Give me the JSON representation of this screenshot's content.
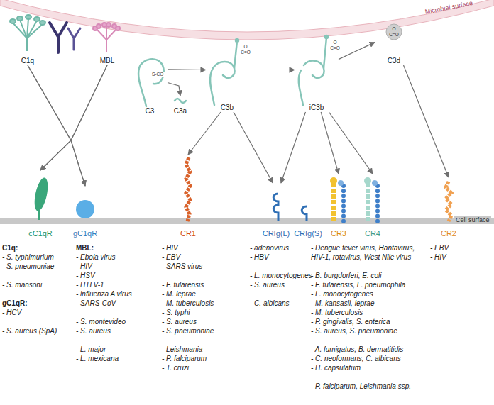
{
  "diagram": {
    "nodes": [
      {
        "text": [
          "C1q"
        ]
      },
      {
        "text": [
          "MBL"
        ]
      },
      {
        "text": [
          "C3"
        ]
      },
      {
        "text": [
          "C3a"
        ]
      },
      {
        "text": [
          "C3b"
        ]
      },
      {
        "text": [
          "iC3b"
        ]
      },
      {
        "text": [
          "C3d"
        ]
      },
      {
        "text": [
          "cC1qR"
        ]
      },
      {
        "text": [
          "gC1qR"
        ]
      },
      {
        "text": [
          "CR1"
        ]
      },
      {
        "text": [
          "CRIg(L)"
        ]
      },
      {
        "text": [
          "CRIg(S)"
        ]
      },
      {
        "text": [
          "CR3"
        ]
      },
      {
        "text": [
          "CR4"
        ]
      },
      {
        "text": [
          "CR2"
        ]
      }
    ],
    "edges": [
      {
        "from": 0,
        "to": 7,
        "arrow": "to"
      },
      {
        "from": 0,
        "to": 8,
        "arrow": "to"
      },
      {
        "from": 1,
        "to": 7,
        "arrow": "to"
      },
      {
        "from": 1,
        "to": 8,
        "arrow": "to"
      },
      {
        "from": 2,
        "to": 3,
        "arrow": "to"
      },
      {
        "from": 2,
        "to": 4,
        "arrow": "to"
      },
      {
        "from": 4,
        "to": 5,
        "arrow": "to"
      },
      {
        "from": 5,
        "to": 6,
        "arrow": "to"
      },
      {
        "from": 4,
        "to": 9,
        "arrow": "to"
      },
      {
        "from": 4,
        "to": 10,
        "arrow": "to"
      },
      {
        "from": 5,
        "to": 10,
        "arrow": "to"
      },
      {
        "from": 5,
        "to": 12,
        "arrow": "to"
      },
      {
        "from": 5,
        "to": 13,
        "arrow": "to"
      },
      {
        "from": 6,
        "to": 14,
        "arrow": "to"
      }
    ],
    "labels": [
      "Microbial surface",
      "S-CO",
      "O C=O",
      "O C=O",
      "O C=O",
      "Cell surface",
      "C1q:",
      "- S. typhimurium",
      "- S. pneumoniae",
      "- S. mansoni",
      "gC1qR:",
      "- HCV",
      "- S. aureus (SpA)",
      "MBL:",
      "- Ebola virus",
      "- HIV",
      "- HSV",
      "- HTLV-1",
      "- influenza A virus",
      "- SARS-CoV",
      "- S. montevideo",
      "- S. aureus",
      "- L. major",
      "- L. mexicana",
      "- HIV",
      "- EBV",
      "- SARS virus",
      "- F. tularensis",
      "- M. leprae",
      "- M. tuberculosis",
      "- S. typhi",
      "- S. aureus",
      "- S. pneumoniae",
      "- Leishmania",
      "- P. falciparum",
      "- T. cruzi",
      "- adenovirus",
      "- HBV",
      "- L. monocytogenes",
      "- S. aureus",
      "- C. albicans",
      "- Dengue fever virus, Hantavirus, HIV-1, rotavirus, West Nile virus",
      "- B. burgdorferi, E. coli",
      "- F. tularensis, L. pneumophila",
      "- L. monocytogenes",
      "- M. kansasii, leprae",
      "- M. tuberculosis",
      "- P. gingivalis, S. enterica",
      "- S. aureus, S. pneumoniae",
      "- A. fumigatus, B. dermatitidis",
      "- C. neoformans, C. albicans",
      "- H. capsulatum",
      "- P. falciparum, Leishmania ssp.",
      "- EBV",
      "- HIV"
    ]
  }
}
